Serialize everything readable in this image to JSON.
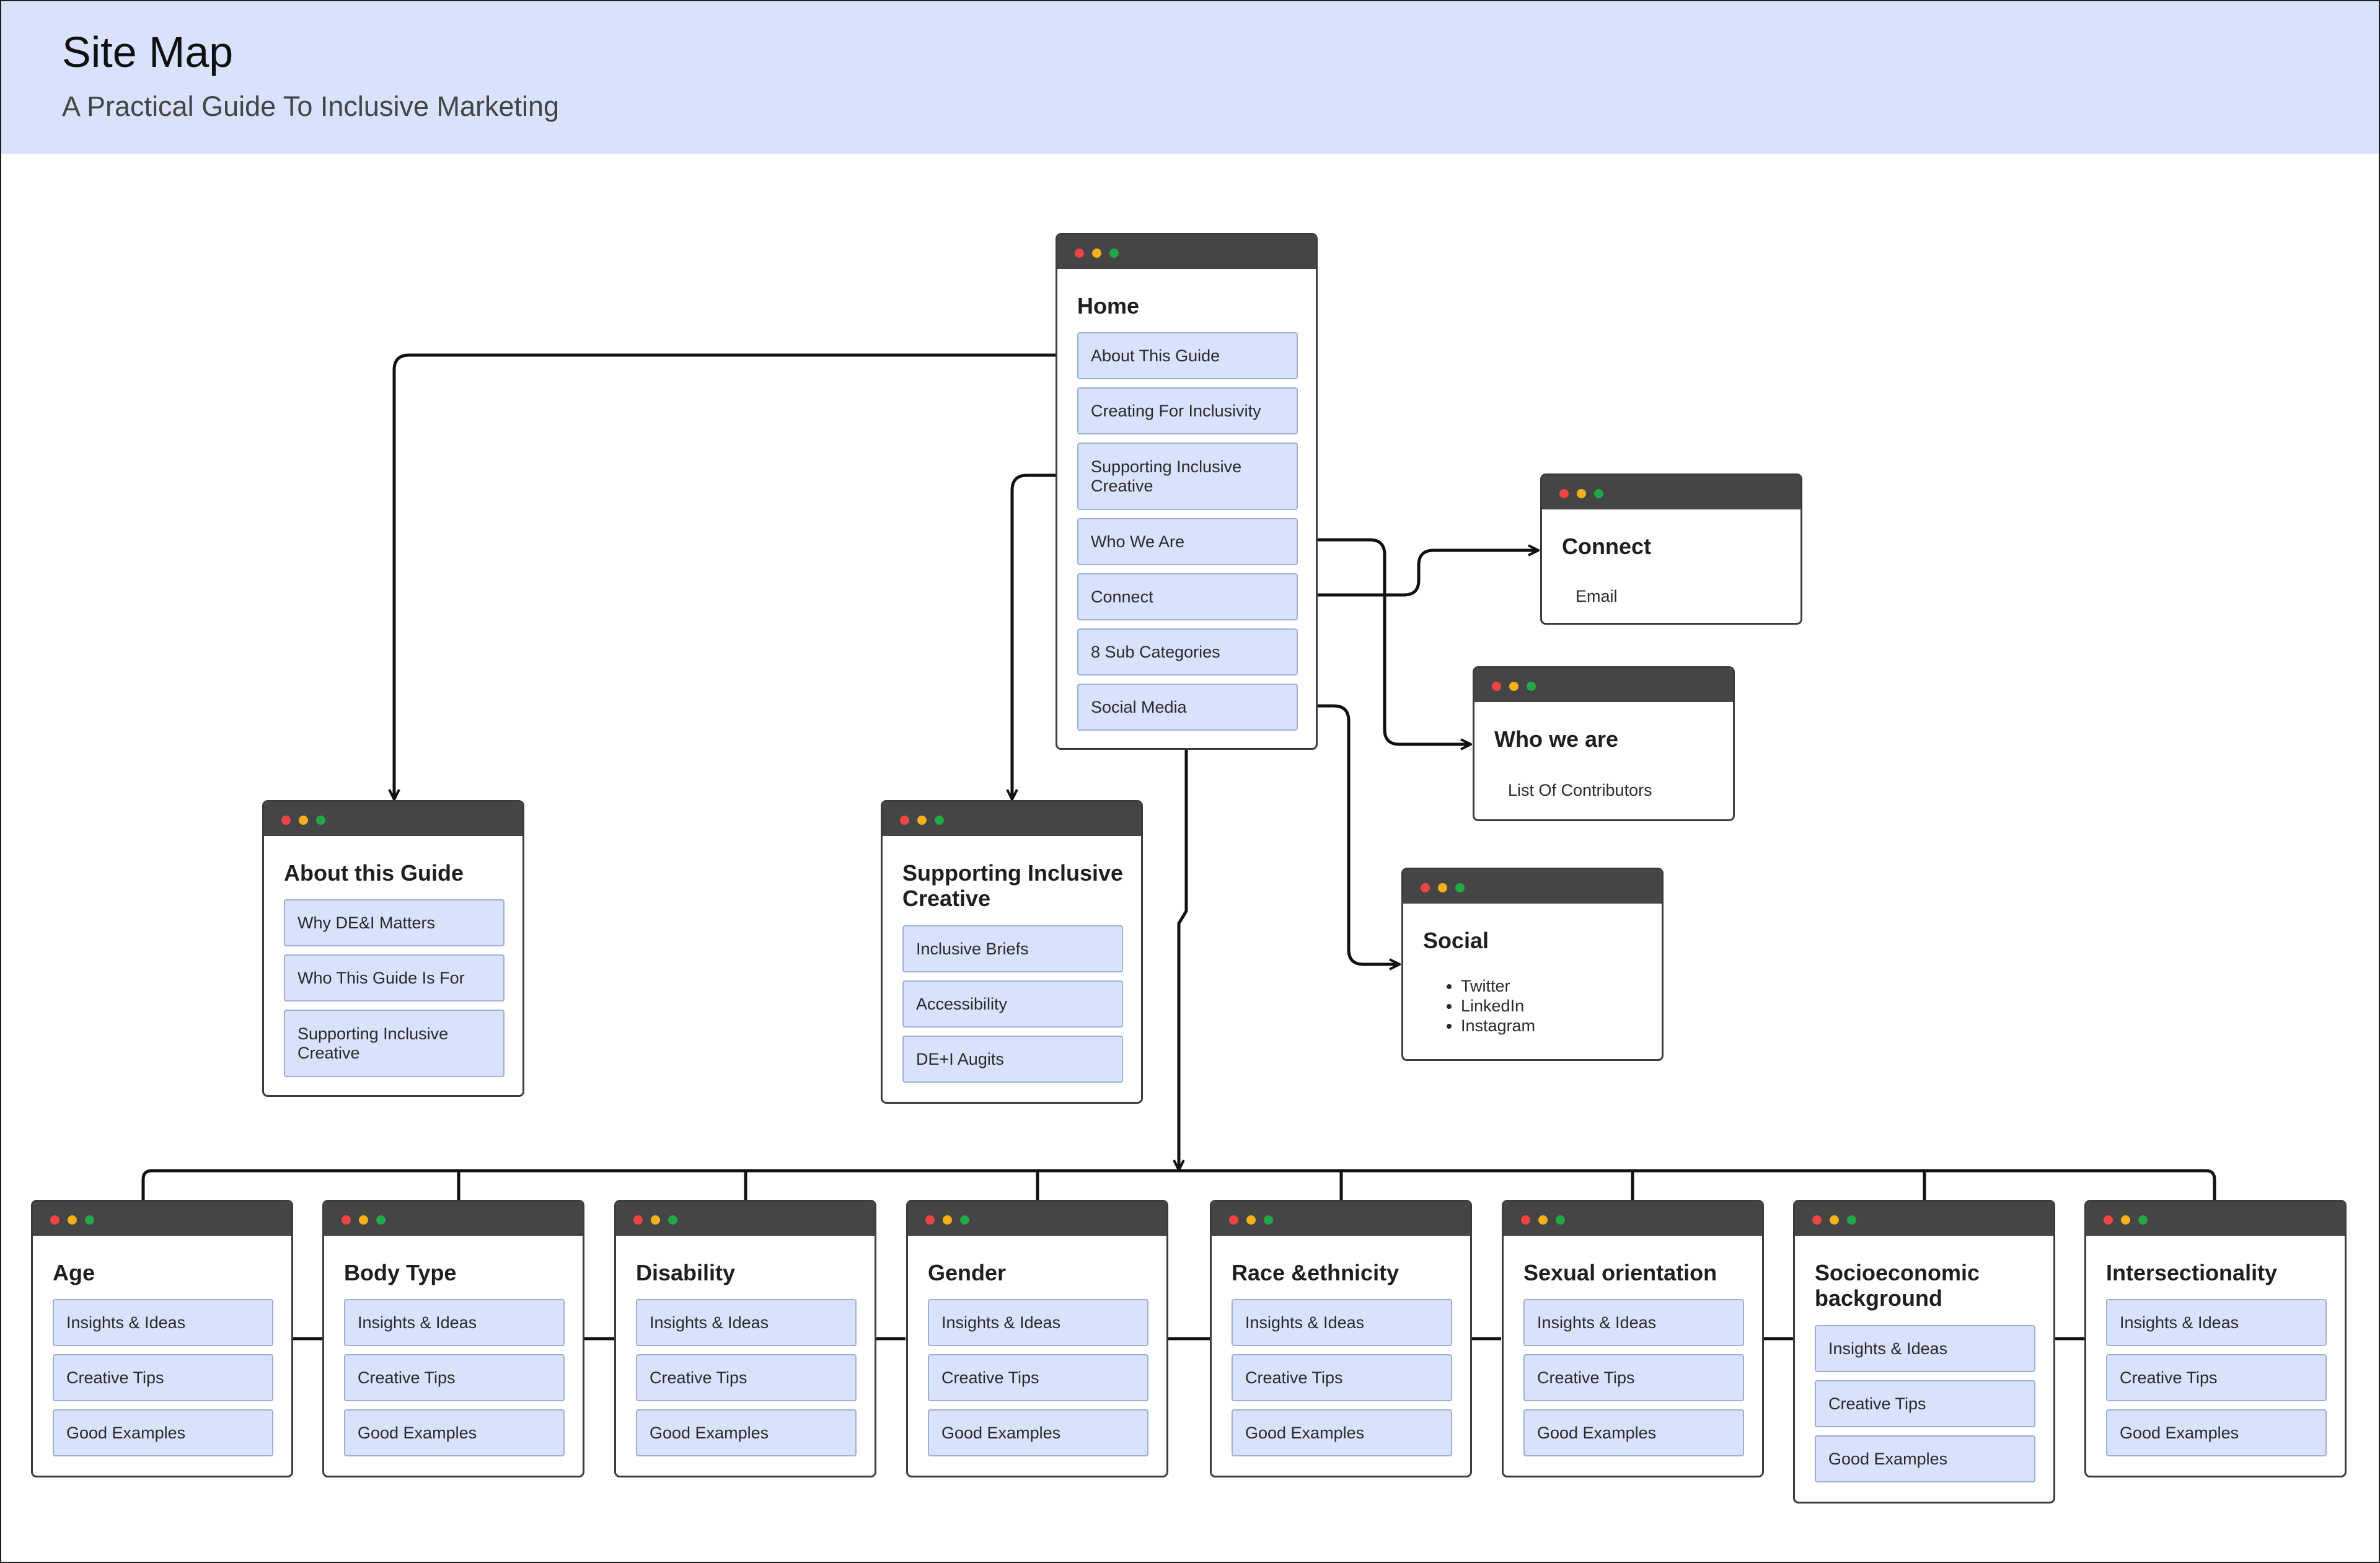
{
  "header": {
    "title": "Site Map",
    "subtitle": "A Practical Guide To Inclusive Marketing"
  },
  "colors": {
    "header_bg": "#d9e2fc",
    "item_bg": "#d9e2fc",
    "window_bar": "#454545",
    "dot_red": "#ef4444",
    "dot_yellow": "#f5b01a",
    "dot_green": "#22a846"
  },
  "home": {
    "title": "Home",
    "items": [
      "About This Guide",
      "Creating For Inclusivity",
      "Supporting Inclusive Creative",
      "Who We Are",
      "Connect",
      "8 Sub Categories",
      "Social Media"
    ]
  },
  "about": {
    "title": "About this Guide",
    "items": [
      "Why DE&I Matters",
      "Who This Guide Is For",
      "Supporting Inclusive Creative"
    ]
  },
  "supporting": {
    "title": "Supporting Inclusive Creative",
    "items": [
      "Inclusive Briefs",
      "Accessibility",
      "DE+I Augits"
    ]
  },
  "connect": {
    "title": "Connect",
    "items": [
      "Email"
    ]
  },
  "who_we_are": {
    "title": "Who we are",
    "items": [
      "List Of Contributors"
    ]
  },
  "social": {
    "title": "Social",
    "items": [
      "Twitter",
      "LinkedIn",
      "Instagram"
    ]
  },
  "categories": [
    {
      "title": "Age",
      "items": [
        "Insights & Ideas",
        "Creative Tips",
        "Good Examples"
      ]
    },
    {
      "title": "Body Type",
      "items": [
        "Insights & Ideas",
        "Creative Tips",
        "Good Examples"
      ]
    },
    {
      "title": "Disability",
      "items": [
        "Insights & Ideas",
        "Creative Tips",
        "Good Examples"
      ]
    },
    {
      "title": "Gender",
      "items": [
        "Insights & Ideas",
        "Creative Tips",
        "Good Examples"
      ]
    },
    {
      "title": "Race &ethnicity",
      "items": [
        "Insights & Ideas",
        "Creative Tips",
        "Good Examples"
      ]
    },
    {
      "title": "Sexual orientation",
      "items": [
        "Insights & Ideas",
        "Creative Tips",
        "Good Examples"
      ]
    },
    {
      "title": "Socioeconomic background",
      "items": [
        "Insights & Ideas",
        "Creative Tips",
        "Good Examples"
      ]
    },
    {
      "title": "Intersectionality",
      "items": [
        "Insights & Ideas",
        "Creative Tips",
        "Good Examples"
      ]
    }
  ]
}
